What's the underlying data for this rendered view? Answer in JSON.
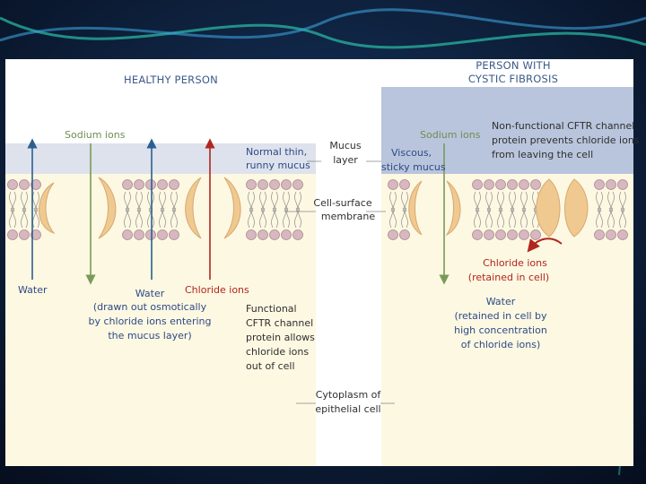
{
  "headings": {
    "healthy": "HEALTHY PERSON",
    "cf_line1": "PERSON WITH",
    "cf_line2": "CYSTIC FIBROSIS"
  },
  "healthy": {
    "sodium_ions": "Sodium ions",
    "mucus_line1": "Normal thin,",
    "mucus_line2": "runny mucus",
    "water_left": "Water",
    "water_mid": "Water",
    "water_note_1": "(drawn out osmotically",
    "water_note_2": "by chloride ions entering",
    "water_note_3": "the mucus layer)",
    "chloride_ions": "Chloride ions",
    "cftr_1": "Functional",
    "cftr_2": "CFTR channel",
    "cftr_3": "protein allows",
    "cftr_4": "chloride ions",
    "cftr_5": "out of cell"
  },
  "middle": {
    "mucus_1": "Mucus",
    "mucus_2": "layer",
    "membrane_1": "Cell-surface",
    "membrane_2": "membrane",
    "cyto_1": "Cytoplasm of",
    "cyto_2": "epithelial cell"
  },
  "cf": {
    "mucus_1": "Viscous,",
    "mucus_2": "sticky mucus",
    "sodium_ions": "Sodium ions",
    "nonfunc_1": "Non-functional CFTR channel",
    "nonfunc_2": "protein prevents chloride ions",
    "nonfunc_3": "from leaving the cell",
    "chloride_1": "Chloride ions",
    "chloride_2": "(retained in cell)",
    "water_1": "Water",
    "water_2": "(retained in cell by",
    "water_3": "high concentration",
    "water_4": "of chloride ions)"
  },
  "colors": {
    "sodium": "#7a9a5a",
    "water": "#2b5f93",
    "chloride": "#b0261f",
    "mucus_healthy": "#dde2ec",
    "mucus_cf": "#b9c5dc",
    "cytoplasm": "#fdf8e2",
    "protein": "#f0c991",
    "lipid_head": "#d8b8c0"
  }
}
